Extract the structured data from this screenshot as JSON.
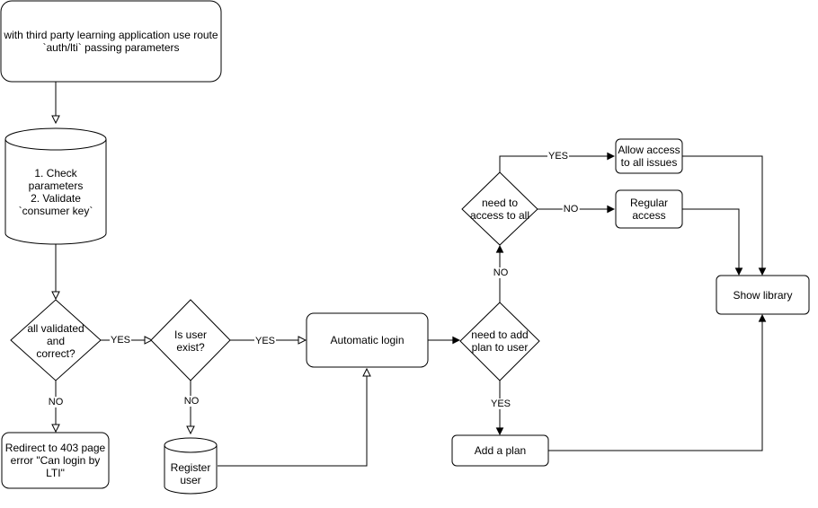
{
  "nodes": {
    "start": "with third party learning application use route\n`auth/lti` passing parameters",
    "check_params": "1. Check\nparameters\n2. Validate\n`consumer key`",
    "all_validated": "all validated\nand\ncorrect?",
    "redirect_403": "Redirect to 403 page\nerror \"Can login by\nLTI\"",
    "is_user_exist": "Is user\nexist?",
    "register_user": "Register\nuser",
    "automatic_login": "Automatic login",
    "need_add_plan": "need to add\nplan to user",
    "add_plan": "Add a plan",
    "need_access_all": "need to\naccess to all",
    "allow_access_all": "Allow access\nto all issues",
    "regular_access": "Regular\naccess",
    "show_library": "Show library"
  },
  "edge_labels": {
    "validated_yes": "YES",
    "validated_no": "NO",
    "user_exist_yes": "YES",
    "user_exist_no": "NO",
    "add_plan_yes": "YES",
    "add_plan_no": "NO",
    "access_all_yes": "YES",
    "access_all_no": "NO"
  },
  "colors": {
    "stroke": "#000000",
    "fill": "#ffffff",
    "text": "#000000"
  }
}
